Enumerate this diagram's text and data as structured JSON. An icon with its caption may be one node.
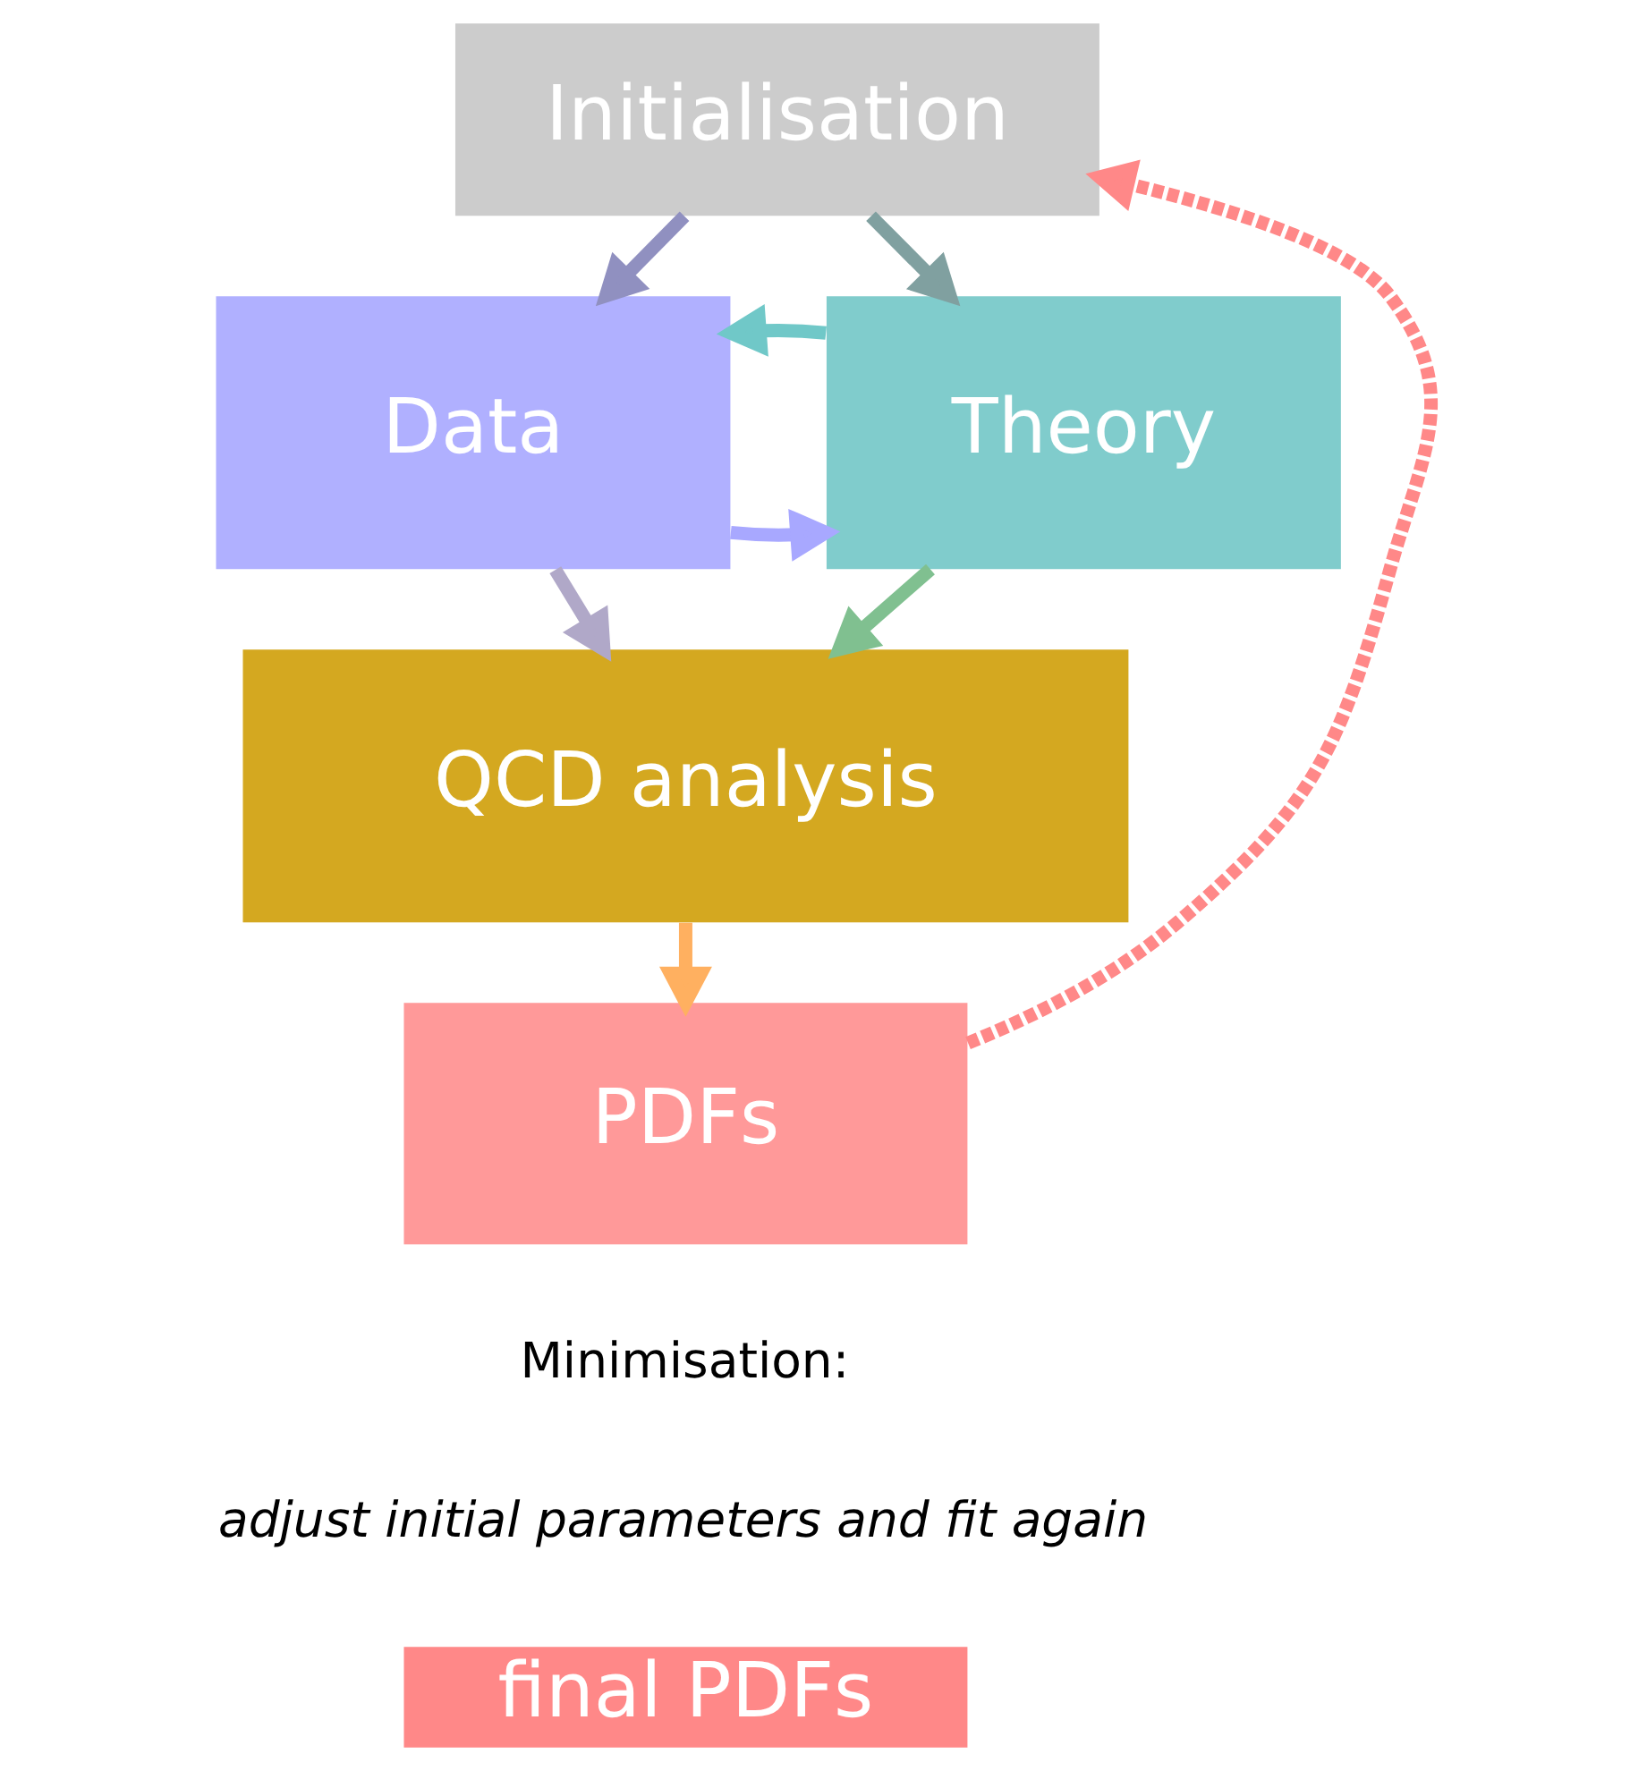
{
  "diagram": {
    "nodes": [
      {
        "text": [
          "Initialisation"
        ]
      },
      {
        "text": [
          "Data"
        ]
      },
      {
        "text": [
          "Theory"
        ]
      },
      {
        "text": [
          "QCD analysis"
        ]
      },
      {
        "text": [
          "PDFs"
        ]
      },
      {
        "text": [
          "final PDFs"
        ]
      }
    ],
    "edges": [
      {
        "from": 0,
        "to": 1,
        "arrow": "to",
        "color": "#9090c0"
      },
      {
        "from": 0,
        "to": 2,
        "arrow": "to",
        "color": "#80a0a0"
      },
      {
        "from": 1,
        "to": 2,
        "arrow": "to",
        "color": "#a8a8ff"
      },
      {
        "from": 2,
        "to": 1,
        "arrow": "to",
        "color": "#70c8c8"
      },
      {
        "from": 1,
        "to": 3,
        "arrow": "to",
        "color": "#b0a8c8"
      },
      {
        "from": 2,
        "to": 3,
        "arrow": "to",
        "color": "#80c090"
      },
      {
        "from": 3,
        "to": 4,
        "arrow": "to",
        "color": "#ffb060"
      },
      {
        "from": 4,
        "to": 0,
        "arrow": "to",
        "style": "dashed",
        "color": "#ff8888"
      }
    ],
    "labels": [
      "Minimisation:",
      "adjust initial parameters and fit again"
    ]
  }
}
